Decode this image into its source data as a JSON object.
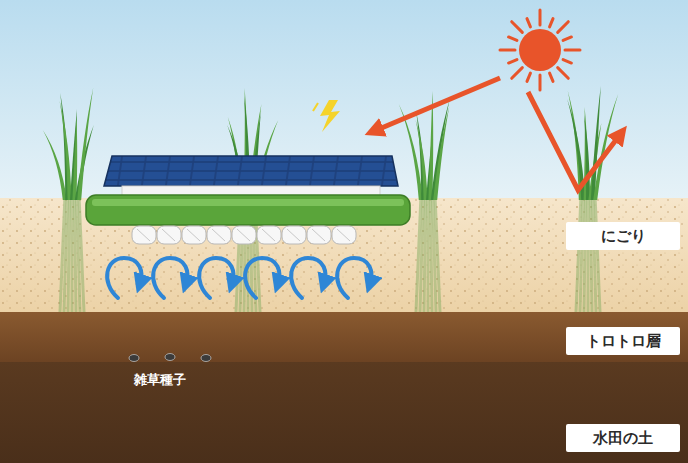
{
  "diagram": {
    "nodes": [
      {
        "text": [
          "にごり"
        ]
      },
      {
        "text": [
          "トロトロ層"
        ]
      },
      {
        "text": [
          "水田の土"
        ]
      }
    ],
    "labels": [
      "雑草種子"
    ]
  }
}
